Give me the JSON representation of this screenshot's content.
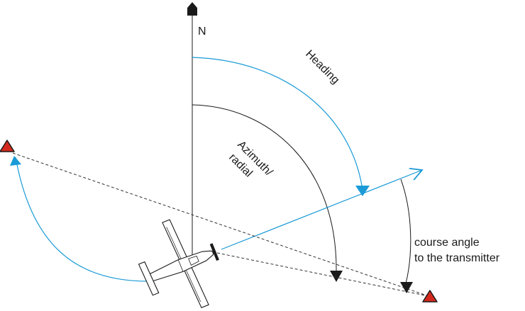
{
  "labels": {
    "north": "N",
    "heading": "Heading",
    "azimuth_line1": "Azimuth/",
    "azimuth_line2": "radial",
    "course_line1": "course angle",
    "course_line2": "to the transmitter"
  },
  "colors": {
    "heading_arc": "#1a9ad6",
    "heading_line": "#1a9ad6",
    "azimuth_arc": "#1a1a1a",
    "north_line": "#1a1a1a",
    "dashed_lines": "#333333",
    "transmitter_fill": "#d42a1e",
    "transmitter_stroke": "#1a1a1a",
    "aircraft_stroke": "#1a1a1a",
    "background": "#ffffff"
  },
  "icons": {
    "north_marker": "north-arrow-icon",
    "aircraft": "aircraft-icon",
    "transmitter": "triangle-transmitter-icon"
  }
}
